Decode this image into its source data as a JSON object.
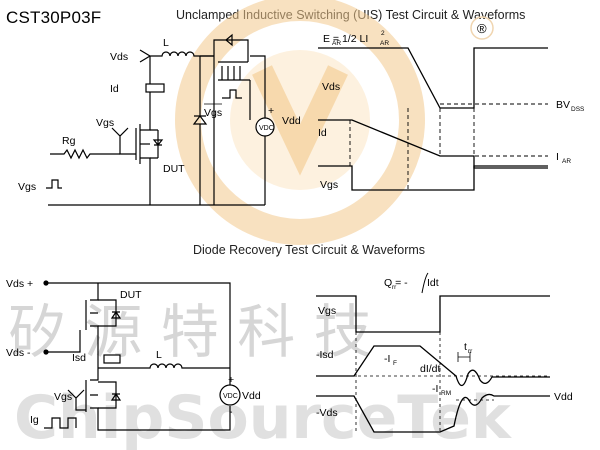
{
  "part_number": "CST30P03F",
  "uis": {
    "title": "Unclamped Inductive Switching (UIS) Test Circuit & Waveforms",
    "labels": {
      "vds": "Vds",
      "l": "L",
      "id": "Id",
      "vgs": "Vgs",
      "rg": "Rg",
      "dut": "DUT",
      "vgs_pulse": "Vgs",
      "vgs_bar": "Vgs",
      "vdd": "Vdd",
      "vdc": "VDC"
    },
    "waveforms": {
      "energy_formula": "E   = 1/2 LI",
      "energy_sub": "AR",
      "energy_sub2": "AR",
      "energy_sup": "2",
      "vds": "Vds",
      "id": "Id",
      "vgs": "Vgs",
      "bvdss": "BV",
      "bvdss_sub": "DSS",
      "iar": "I",
      "iar_sub": "AR"
    }
  },
  "recovery": {
    "title": "Diode Recovery Test Circuit & Waveforms",
    "labels": {
      "vds_plus": "Vds +",
      "vds_minus": "Vds -",
      "dut": "DUT",
      "isd": "Isd",
      "l": "L",
      "vgs": "Vgs",
      "ig": "Ig",
      "vdd": "Vdd",
      "vdc": "VDC",
      "plus": "+",
      "minus": "-"
    },
    "waveforms": {
      "qrr": "Q   = -",
      "qrr_sub": "rr",
      "qrr_rest": "Idt",
      "vgs": "Vgs",
      "isd": "-Isd",
      "if": "-I",
      "if_sub": "F",
      "didt": "dI/dt",
      "trr": "t",
      "trr_sub": "rr",
      "irm": "-I",
      "irm_sub": "RM",
      "vds": "-Vds",
      "vdd": "Vdd"
    }
  },
  "watermark": {
    "chinese": "矽 源 特 科 技",
    "english": "ChipSourceTek",
    "mark": "®"
  },
  "colors": {
    "logo_orange": "#f3c98c",
    "logo_inner": "#fbe6c4",
    "watermark_grey": "#d6d6d6"
  }
}
